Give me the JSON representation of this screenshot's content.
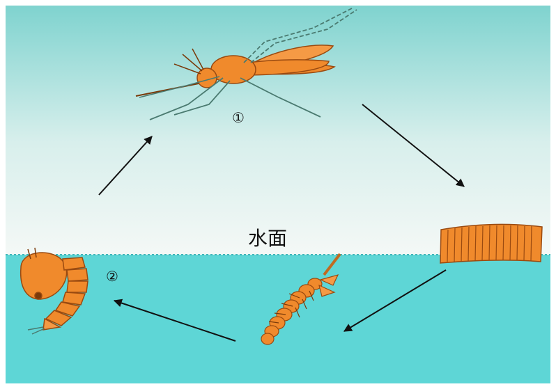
{
  "surface_label": "水面",
  "stage_labels": {
    "adult": "①",
    "pupa": "②"
  },
  "colors": {
    "sky_top": "#7fd3cf",
    "sky_bottom": "#f4f8f6",
    "water": "#5ed6d6",
    "insect": "#f08a2c",
    "insect_outline": "#9a4a10",
    "arrow": "#111111"
  }
}
